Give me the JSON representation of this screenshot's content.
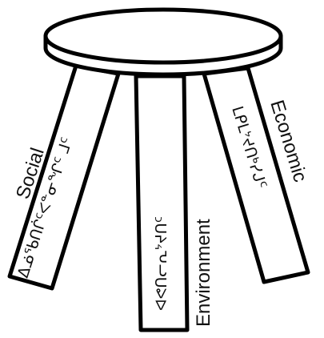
{
  "diagram": {
    "legs": [
      {
        "id": "social",
        "label": "Social",
        "syllabics": "ᐃᓅᖃᑎᒌᑦᐸᓐᓂᖏᑦ ᒧᑦ"
      },
      {
        "id": "environment",
        "label": "Environment",
        "syllabics": "ᐊᕙᑎᓕᕆᔾᔪᑎᑦ"
      },
      {
        "id": "economic",
        "label": "Economic",
        "syllabics": "ᒪᑭᒪᔾᔪᑎᒃᓯᒍᑦ"
      }
    ]
  },
  "colors": {
    "stroke": "#000000",
    "fill": "#ffffff",
    "text": "#111111"
  }
}
